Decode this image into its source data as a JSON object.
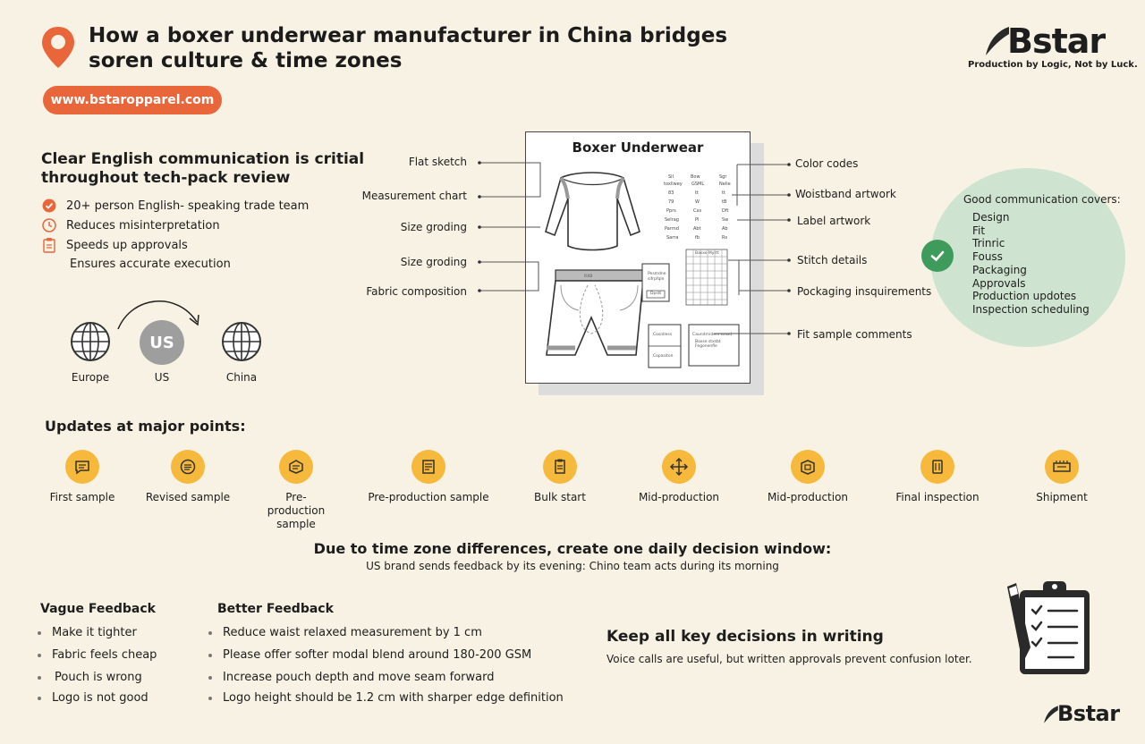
{
  "header": {
    "title_line1": "How a boxer underwear manufacturer in China bridges",
    "title_line2": "soren culture & time zones",
    "url": "www.bstaropparel.com",
    "brand": "Bstar",
    "tagline": "Production by Logic, Not by Luck.",
    "accent_color": "#e8663a"
  },
  "communication": {
    "title_line1": "Clear English communication is critial",
    "title_line2": "throughout tech-pack review",
    "bullets": [
      {
        "icon": "check-circle-icon",
        "text": "20+ person English- speaking trade team"
      },
      {
        "icon": "clock-icon",
        "text": "Reduces misinterpretation"
      },
      {
        "icon": "clipboard-icon",
        "text": "Speeds up approvals"
      },
      {
        "icon": "",
        "text": "Ensures accurate execution"
      }
    ]
  },
  "regions": {
    "europe": "Europe",
    "us_badge": "US",
    "us": "US",
    "china": "China"
  },
  "techpack": {
    "title": "Boxer Underwear",
    "left_labels": [
      "Flat sketch",
      "Measurement chart",
      "Size groding",
      "Size groding",
      "Fabric composition"
    ],
    "right_labels": [
      "Color codes",
      "Woistband artwork",
      "Label artwork",
      "Stitch details",
      "Pockaging insquirements",
      "Fit sample comments"
    ]
  },
  "good_communication": {
    "title": "Good communication covers:",
    "items": [
      "Design",
      "Fit",
      "Trinric",
      "Fouss",
      "Packaging",
      "Approvals",
      "Production updotes",
      "Inspection scheduling"
    ],
    "accent_color": "#3e9b5c"
  },
  "updates": {
    "title": "Updates at major points:",
    "steps": [
      {
        "icon": "chat-icon",
        "label": "First sample"
      },
      {
        "icon": "list-icon",
        "label": "Revised sample"
      },
      {
        "icon": "box-icon",
        "label": "Pre-production sample"
      },
      {
        "icon": "checklist-icon",
        "label": "Pre-production sample"
      },
      {
        "icon": "document-icon",
        "label": "Bulk start"
      },
      {
        "icon": "arrows-icon",
        "label": "Mid-production"
      },
      {
        "icon": "package-icon",
        "label": "Mid-production"
      },
      {
        "icon": "clipboard-icon",
        "label": "Final inspection"
      },
      {
        "icon": "truck-icon",
        "label": "Shipment"
      }
    ],
    "circle_color": "#f6b93b"
  },
  "timezone": {
    "title": "Due to time zone differences, create one daily decision window:",
    "subtitle": "US brand sends feedback by its evening: Chino team acts during its morning"
  },
  "feedback": {
    "vague_title": "Vague Feedback",
    "vague": [
      "Make it tighter",
      "Fabric feels cheap",
      "Pouch is wrong",
      "Logo is not good"
    ],
    "better_title": "Better Feedback",
    "better": [
      "Reduce waist relaxed measurement by 1 cm",
      "Please offer softer modal blend around 180-200 GSM",
      "Increase pouch depth and move seam forward",
      "Logo height should be 1.2 cm with sharper edge definition"
    ]
  },
  "writing": {
    "title": "Keep all key decisions in writing",
    "subtitle": "Voice calls are useful,  but written approvals prevent confusion loter."
  }
}
